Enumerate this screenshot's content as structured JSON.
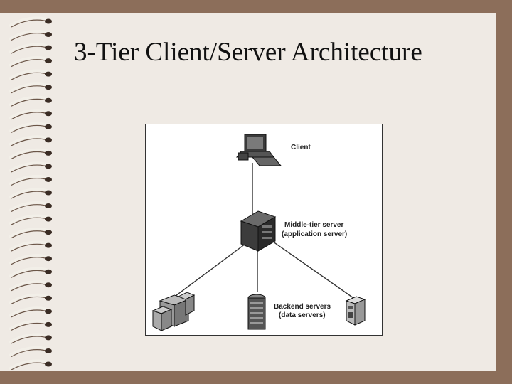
{
  "slide": {
    "title": "3-Tier Client/Server Architecture"
  },
  "diagram": {
    "client_label": "Client",
    "middle_label_line1": "Middle-tier server",
    "middle_label_line2": "(application server)",
    "backend_label_line1": "Backend servers",
    "backend_label_line2": "(data servers)"
  },
  "icons": {
    "binding": "spiral-binding-icon",
    "client": "desktop-computer-icon",
    "middle": "server-cube-icon",
    "backend_left": "server-cluster-icon",
    "backend_center": "tower-server-icon",
    "backend_right": "small-server-icon"
  }
}
